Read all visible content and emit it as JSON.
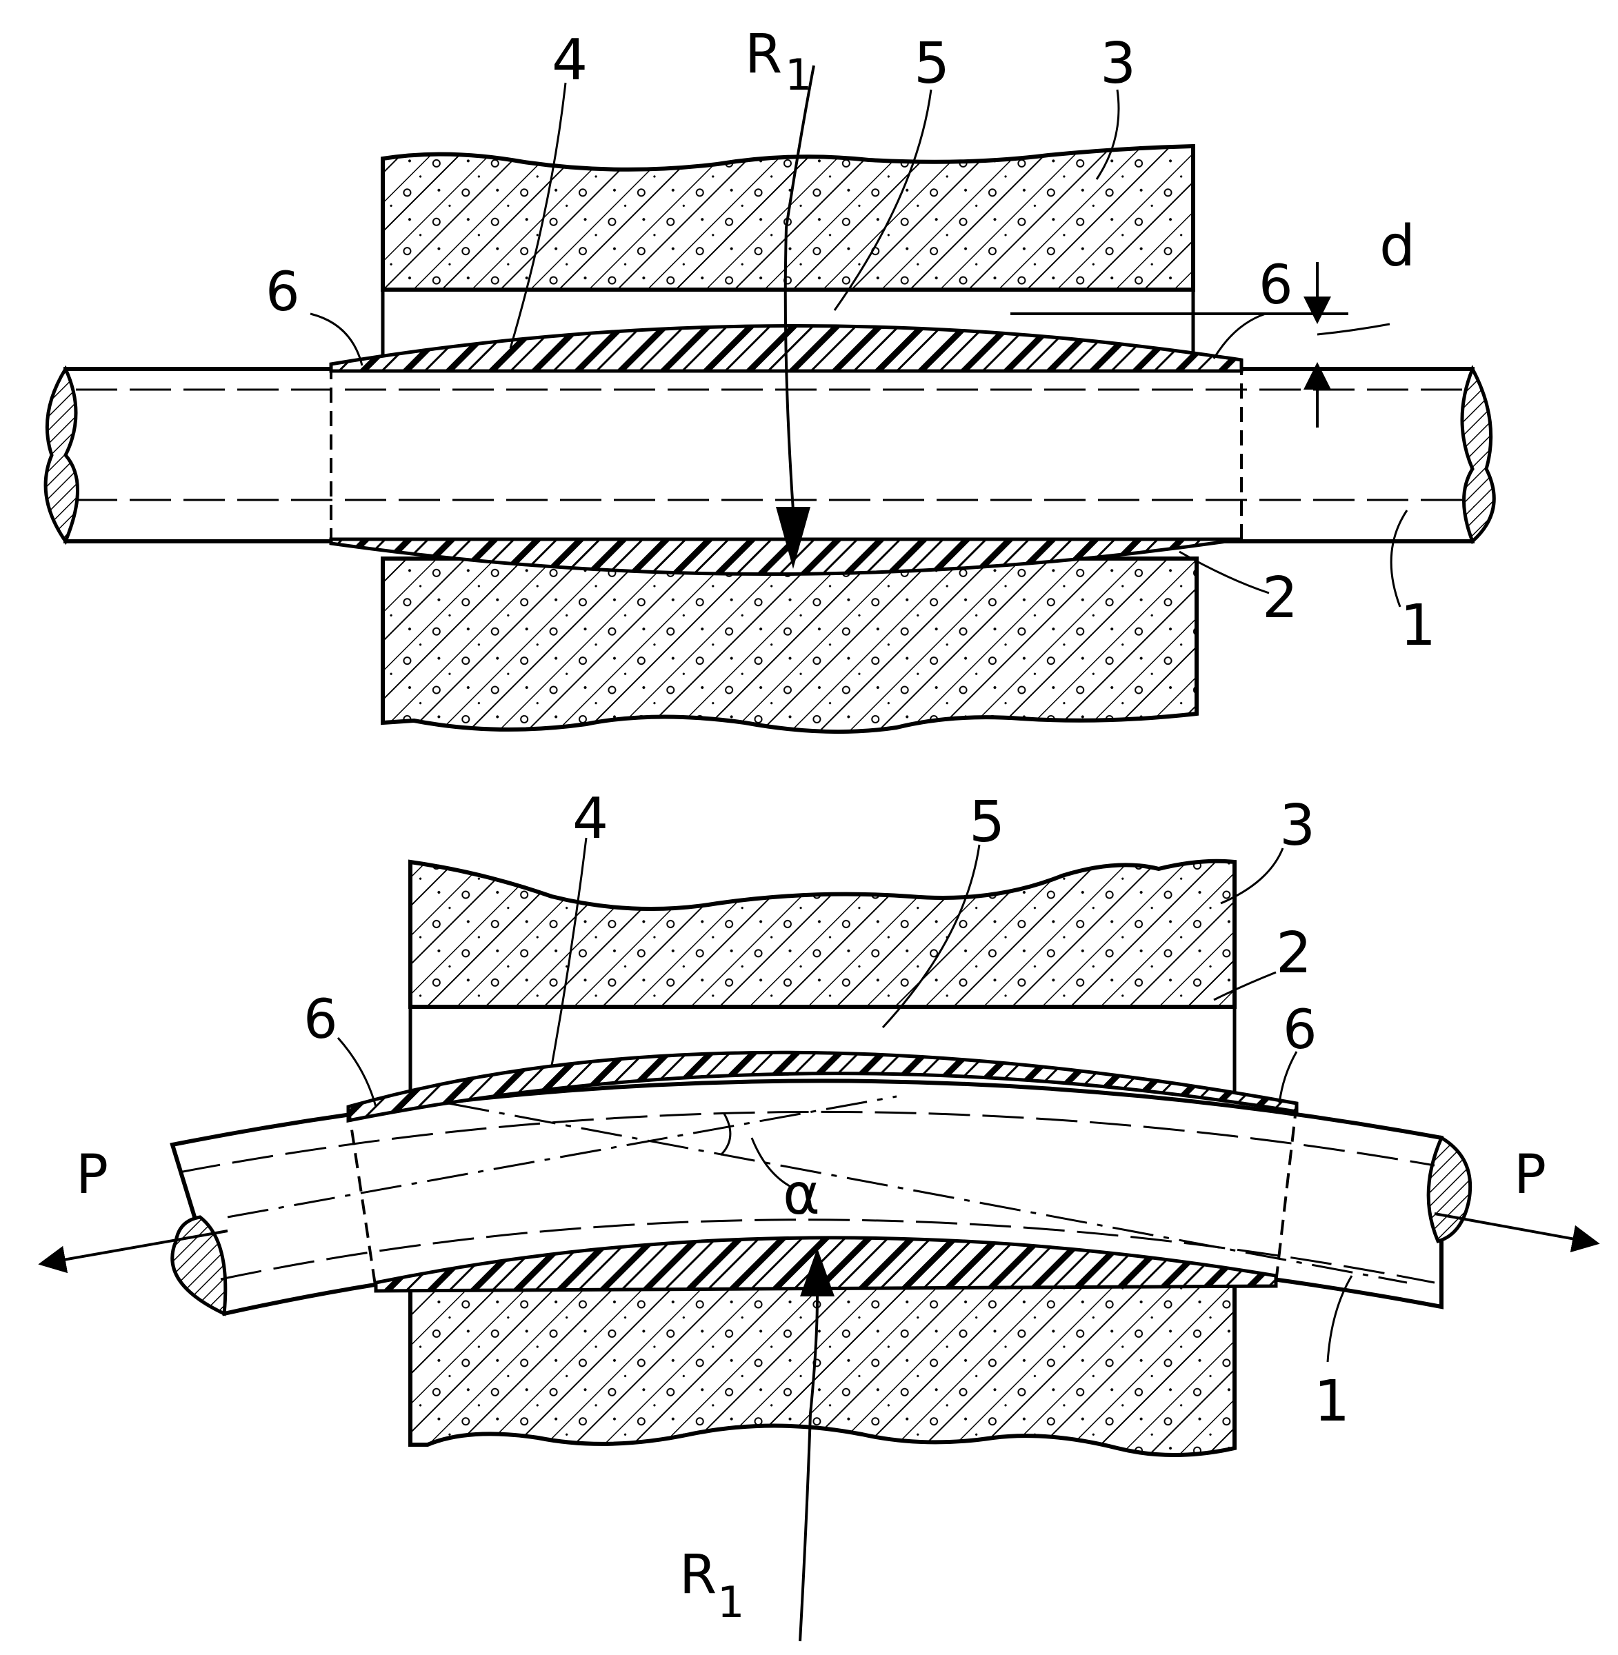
{
  "figures": [
    {
      "id": "top",
      "labels": {
        "R1_main": "R",
        "R1_sub": "1",
        "ref_1": "1",
        "ref_2": "2",
        "ref_3": "3",
        "ref_4": "4",
        "ref_5": "5",
        "ref_6_left": "6",
        "ref_6_right": "6",
        "ref_d": "d"
      }
    },
    {
      "id": "bottom",
      "labels": {
        "R1_main": "R",
        "R1_sub": "1",
        "ref_1": "1",
        "ref_2": "2",
        "ref_3": "3",
        "ref_4": "4",
        "ref_5": "5",
        "ref_6_left": "6",
        "ref_6_right": "6",
        "ref_P_left": "P",
        "ref_P_right": "P",
        "ref_alpha": "α"
      }
    }
  ]
}
